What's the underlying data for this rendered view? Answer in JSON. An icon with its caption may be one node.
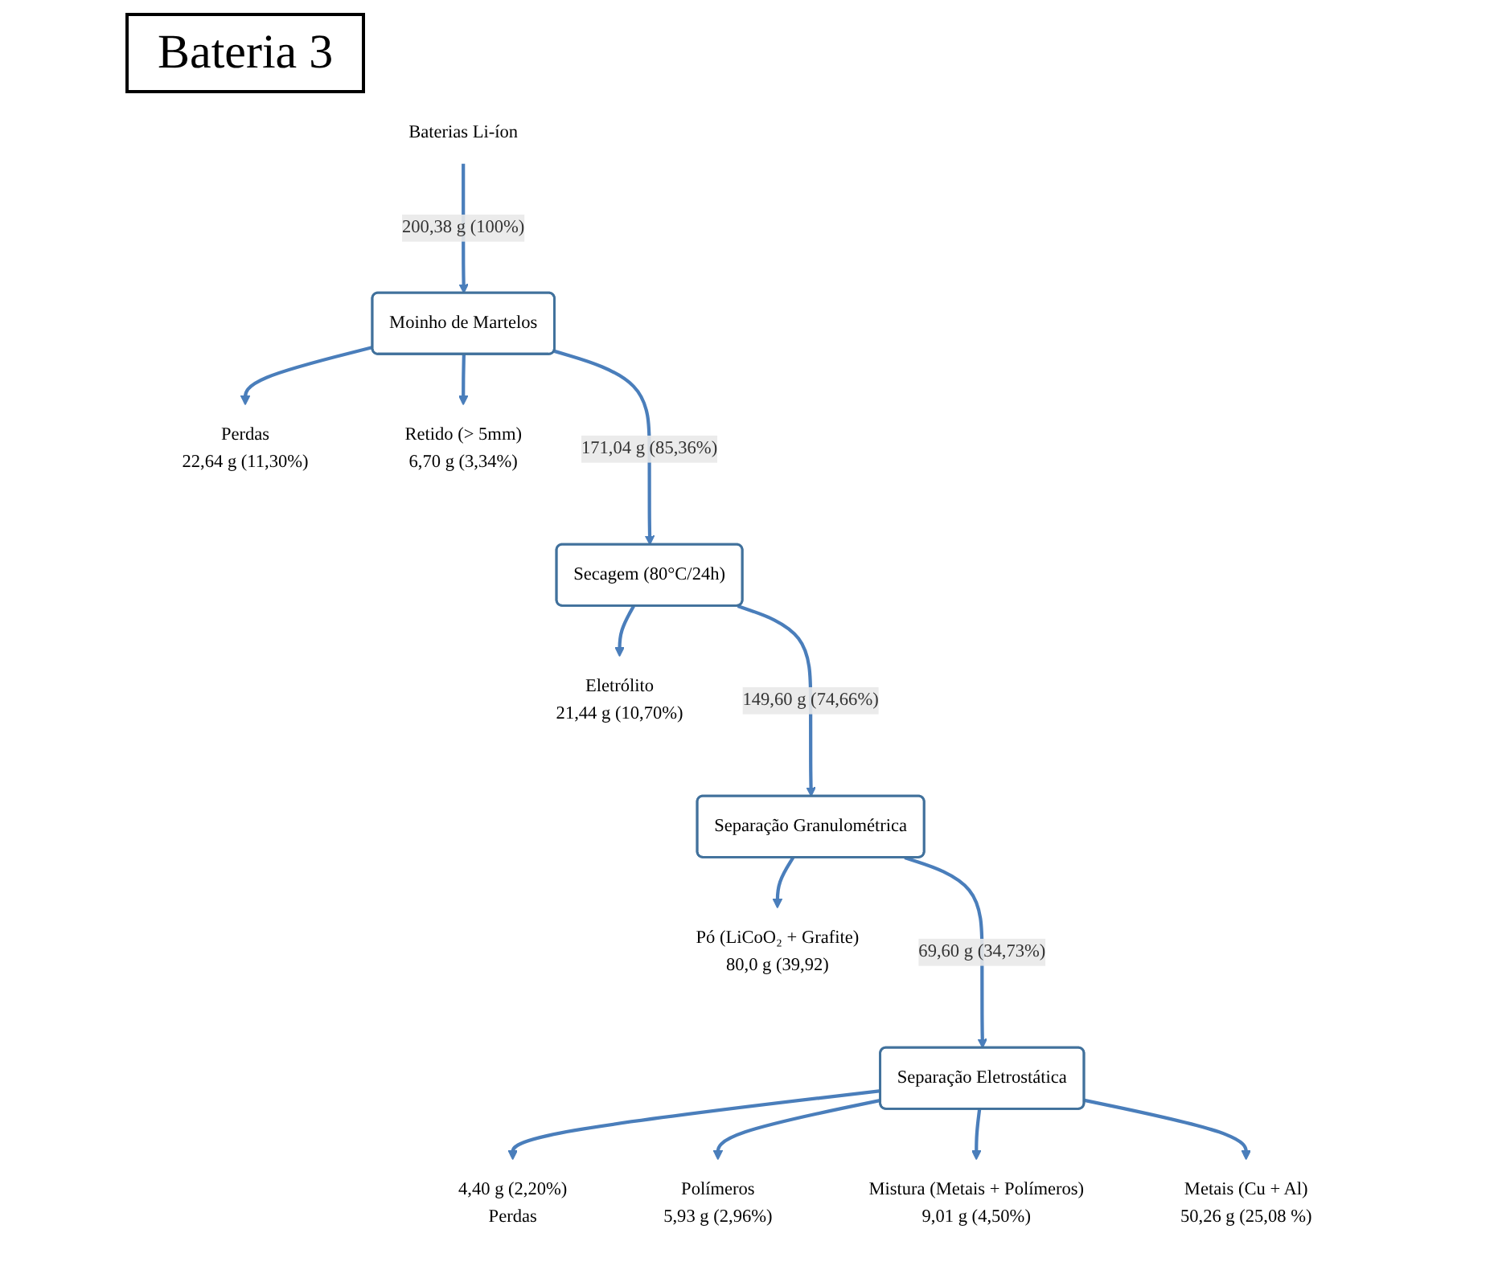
{
  "diagram": {
    "title": "Bateria 3",
    "nodes": [
      {
        "text": [
          "Baterias Li-íon"
        ]
      },
      {
        "text": [
          "Moinho de Martelos"
        ]
      },
      {
        "text": [
          "Perdas",
          "22,64 g (11,30%)"
        ]
      },
      {
        "text": [
          "Retido (> 5mm)",
          "6,70 g (3,34%)"
        ]
      },
      {
        "text": [
          "Secagem (80°C/24h)"
        ]
      },
      {
        "text": [
          "Eletrólito",
          "21,44 g (10,70%)"
        ]
      },
      {
        "text": [
          "Separação Granulométrica"
        ]
      },
      {
        "text": [
          "Pó (LiCoO₂ + Grafite)",
          "80,0 g (39,92)"
        ]
      },
      {
        "text": [
          "Separação Eletrostática"
        ]
      },
      {
        "text": [
          "4,40 g (2,20%)",
          "Perdas"
        ]
      },
      {
        "text": [
          "Polímeros",
          "5,93 g (2,96%)"
        ]
      },
      {
        "text": [
          "Mistura (Metais + Polímeros)",
          "9,01 g (4,50%)"
        ]
      },
      {
        "text": [
          "Metais (Cu + Al)",
          "50,26 g (25,08 %)"
        ]
      }
    ],
    "edges": [
      {
        "from": 0,
        "to": 1,
        "arrow": "to",
        "label": "200,38 g (100%)"
      },
      {
        "from": 1,
        "to": 2,
        "arrow": "to"
      },
      {
        "from": 1,
        "to": 3,
        "arrow": "to"
      },
      {
        "from": 1,
        "to": 4,
        "arrow": "to",
        "label": "171,04 g (85,36%)"
      },
      {
        "from": 4,
        "to": 5,
        "arrow": "to"
      },
      {
        "from": 4,
        "to": 6,
        "arrow": "to",
        "label": "149,60 g (74,66%)"
      },
      {
        "from": 6,
        "to": 7,
        "arrow": "to"
      },
      {
        "from": 6,
        "to": 8,
        "arrow": "to",
        "label": "69,60 g (34,73%)"
      },
      {
        "from": 8,
        "to": 9,
        "arrow": "to"
      },
      {
        "from": 8,
        "to": 10,
        "arrow": "to"
      },
      {
        "from": 8,
        "to": 11,
        "arrow": "to"
      },
      {
        "from": 8,
        "to": 12,
        "arrow": "to"
      }
    ]
  }
}
